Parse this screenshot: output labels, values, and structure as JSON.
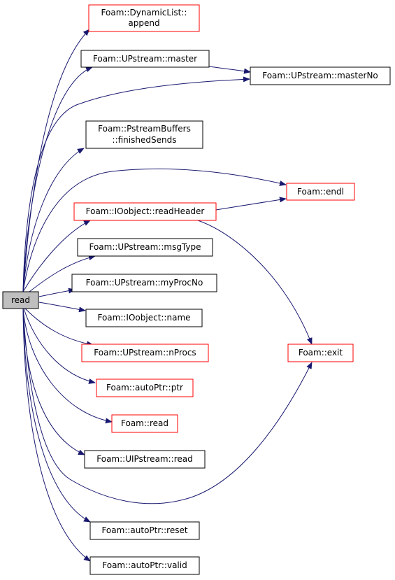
{
  "colors": {
    "edge": "#191970",
    "border_documented": "#000000",
    "border_undocumented": "#ff0000",
    "root_fill": "#bfbfbf",
    "node_fill": "#ffffff"
  },
  "root": {
    "label": "read"
  },
  "nodes": [
    {
      "id": "dyn",
      "lines": [
        "Foam::DynamicList::",
        "append"
      ],
      "red": true
    },
    {
      "id": "mast",
      "lines": [
        "Foam::UPstream::master"
      ],
      "red": false
    },
    {
      "id": "mno",
      "lines": [
        "Foam::UPstream::masterNo"
      ],
      "red": false
    },
    {
      "id": "psb",
      "lines": [
        "Foam::PstreamBuffers",
        "::finishedSends"
      ],
      "red": false
    },
    {
      "id": "endl",
      "lines": [
        "Foam::endl"
      ],
      "red": true
    },
    {
      "id": "rh",
      "lines": [
        "Foam::IOobject::readHeader"
      ],
      "red": true
    },
    {
      "id": "msg",
      "lines": [
        "Foam::UPstream::msgType"
      ],
      "red": false
    },
    {
      "id": "myp",
      "lines": [
        "Foam::UPstream::myProcNo"
      ],
      "red": false
    },
    {
      "id": "name",
      "lines": [
        "Foam::IOobject::name"
      ],
      "red": false
    },
    {
      "id": "npr",
      "lines": [
        "Foam::UPstream::nProcs"
      ],
      "red": true
    },
    {
      "id": "exit",
      "lines": [
        "Foam::exit"
      ],
      "red": true
    },
    {
      "id": "ptr",
      "lines": [
        "Foam::autoPtr::ptr"
      ],
      "red": true
    },
    {
      "id": "fread",
      "lines": [
        "Foam::read"
      ],
      "red": true
    },
    {
      "id": "uipr",
      "lines": [
        "Foam::UIPstream::read"
      ],
      "red": false
    },
    {
      "id": "reset",
      "lines": [
        "Foam::autoPtr::reset"
      ],
      "red": false
    },
    {
      "id": "valid",
      "lines": [
        "Foam::autoPtr::valid"
      ],
      "red": false
    }
  ],
  "edges": [
    {
      "from": "root",
      "to": "dyn"
    },
    {
      "from": "root",
      "to": "mast"
    },
    {
      "from": "root",
      "to": "mno"
    },
    {
      "from": "root",
      "to": "psb"
    },
    {
      "from": "root",
      "to": "endl"
    },
    {
      "from": "root",
      "to": "rh"
    },
    {
      "from": "root",
      "to": "msg"
    },
    {
      "from": "root",
      "to": "myp"
    },
    {
      "from": "root",
      "to": "name"
    },
    {
      "from": "root",
      "to": "npr"
    },
    {
      "from": "root",
      "to": "ptr"
    },
    {
      "from": "root",
      "to": "fread"
    },
    {
      "from": "root",
      "to": "uipr"
    },
    {
      "from": "root",
      "to": "exit"
    },
    {
      "from": "root",
      "to": "reset"
    },
    {
      "from": "root",
      "to": "valid"
    },
    {
      "from": "mast",
      "to": "mno"
    },
    {
      "from": "rh",
      "to": "endl"
    },
    {
      "from": "rh",
      "to": "exit"
    }
  ]
}
